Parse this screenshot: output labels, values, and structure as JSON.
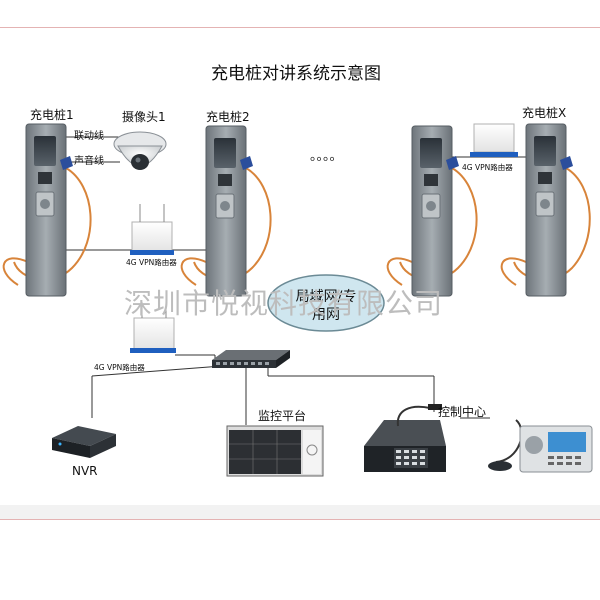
{
  "title": "充电桩对讲系统示意图",
  "watermark": "深圳市悦视科技有限公司",
  "nodes": {
    "pile1": "充电桩1",
    "camera1": "摄像头1",
    "pile2": "充电桩2",
    "pilex": "充电桩X",
    "ellipsis": "。。。。",
    "link_label": "联动线",
    "sound_label": "声音线",
    "router_a": "4G VPN路由器",
    "router_b": "4G VPN路由器",
    "router_c": "4G VPN路由器",
    "lan_line1": "局域网/专",
    "lan_line2": "用网",
    "nvr": "NVR",
    "monitor": "监控平台",
    "control": "控制中心"
  },
  "colors": {
    "pile_body": "#8c9398",
    "pile_dark": "#4a5157",
    "cable_orange": "#d8843a",
    "handle_blue": "#2b4e9c",
    "router_blue": "#1f5fbf",
    "lan_fill": "#cfe6ef",
    "line": "#333333"
  },
  "icons": [
    "camera-icon",
    "router-icon",
    "switch-icon",
    "nvr-icon",
    "monitor-icon",
    "intercom-console-icon"
  ]
}
